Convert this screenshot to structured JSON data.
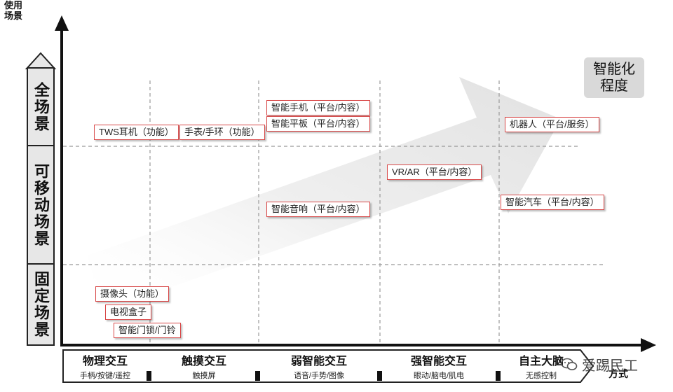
{
  "y_axis": {
    "title_line1": "使用",
    "title_line2": "场景",
    "bands": [
      "全场景",
      "可移动场景",
      "固定场景"
    ]
  },
  "x_axis": {
    "title": "方式",
    "bands": [
      {
        "main": "物理交互",
        "sub": "手柄/按键/遥控"
      },
      {
        "main": "触摸交互",
        "sub": "触摸屏"
      },
      {
        "main": "弱智能交互",
        "sub": "语音/手势/图像"
      },
      {
        "main": "强智能交互",
        "sub": "眼动/脑电/肌电"
      },
      {
        "main": "自主大脑",
        "sub": "无感控制"
      }
    ]
  },
  "trend_label": "智能化程度",
  "tags": [
    "TWS耳机（功能）",
    "手表/手环（功能）",
    "智能手机（平台/内容）",
    "智能平板（平台/内容）",
    "机器人（平台/服务）",
    "VR/AR（平台/内容）",
    "智能音响（平台/内容）",
    "智能汽车（平台/内容）",
    "摄像头（功能）",
    "电视盒子",
    "智能门锁/门铃"
  ],
  "watermark": "爱踢民工",
  "colors": {
    "tag_border": "#d84848",
    "band_fill": "#e7e7e7",
    "arrow_fill": "#ececec",
    "ai_box": "#d9d9d9"
  }
}
